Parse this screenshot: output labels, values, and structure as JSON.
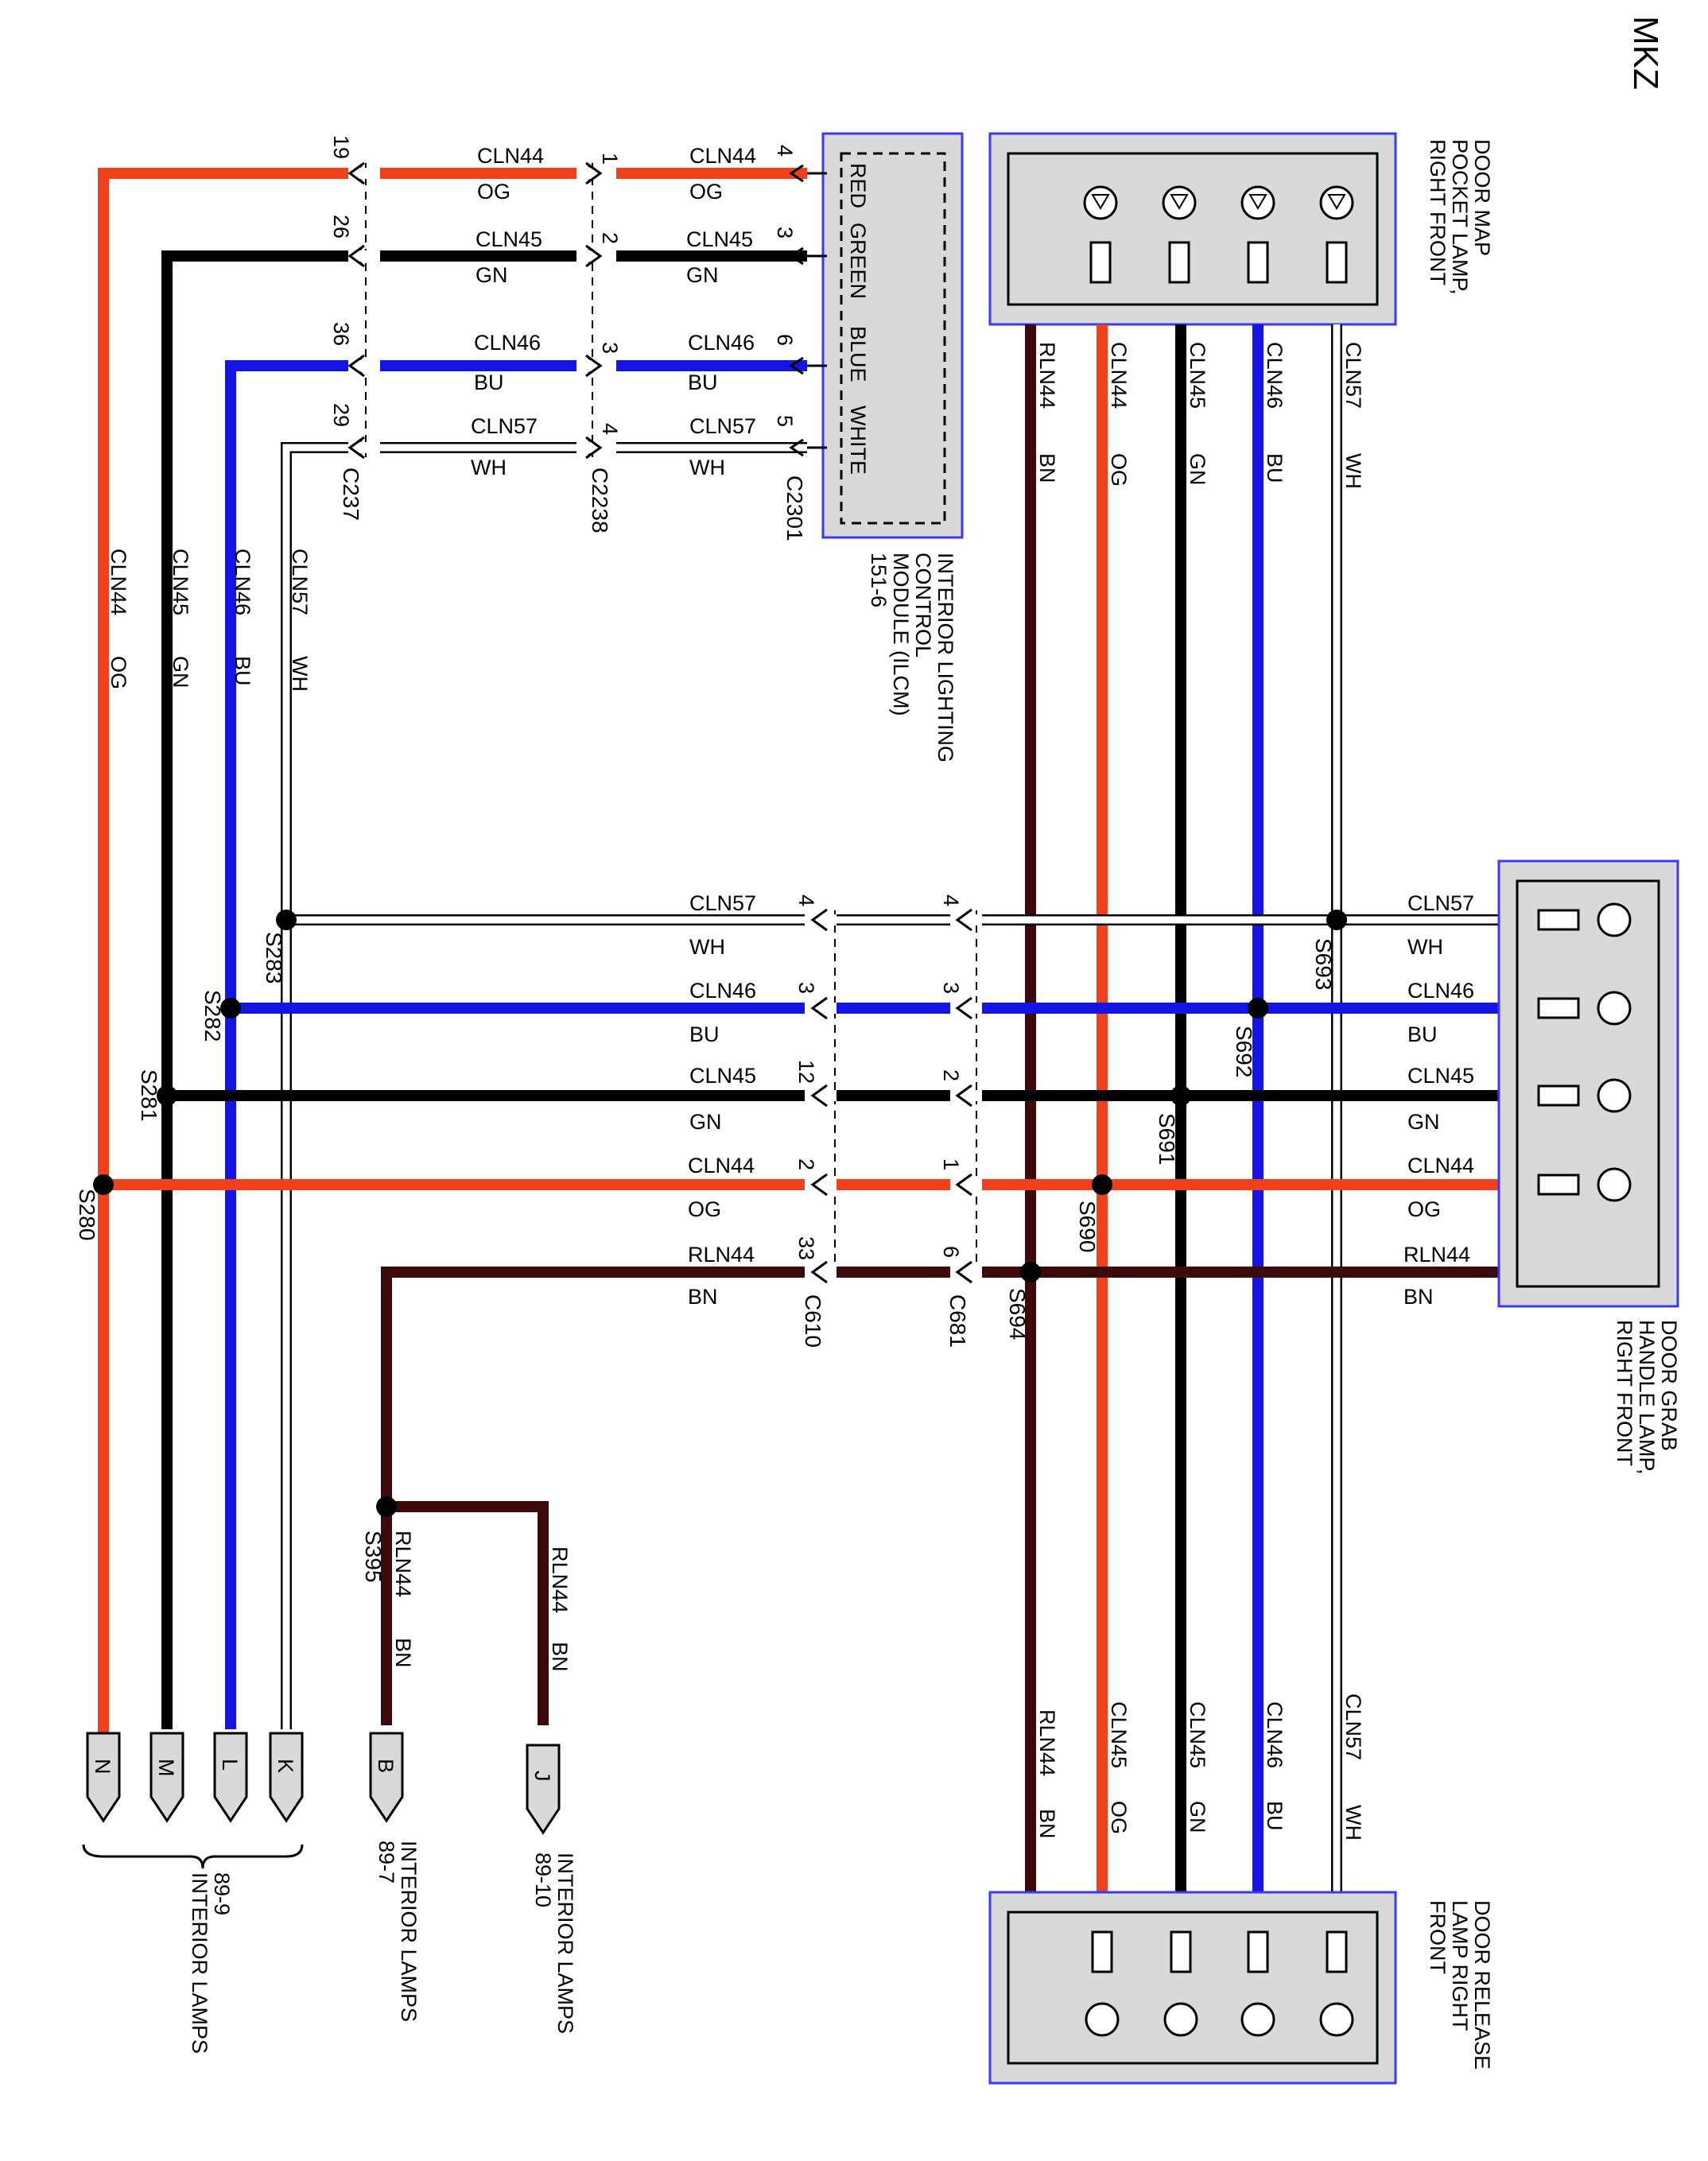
{
  "model": "MKZ",
  "components": {
    "door_map_lamp": [
      "DOOR MAP",
      "POCKET LAMP,",
      "RIGHT FRONT"
    ],
    "ilcm": [
      "INTERIOR LIGHTING",
      "CONTROL",
      "MODULE (ILCM)",
      "151-6"
    ],
    "ilcm_pins": [
      "RED",
      "GREEN",
      "BLUE",
      "WHITE"
    ],
    "door_grab_lamp": [
      "DOOR GRAB",
      "HANDLE LAMP,",
      "RIGHT FRONT"
    ],
    "door_release_lamp": [
      "DOOR RELEASE",
      "LAMP RIGHT",
      "FRONT"
    ],
    "interior_lamps_89_9": [
      "89-9",
      "INTERIOR LAMPS"
    ],
    "interior_lamps_89_7": [
      "INTERIOR LAMPS",
      "89-7"
    ],
    "interior_lamps_89_10": [
      "INTERIOR LAMPS",
      "89-10"
    ]
  },
  "colors": {
    "OG": "#f0401c",
    "GN": "#000000",
    "BU": "#1414e6",
    "WH": "#ffffff",
    "BN": "#3c0a0a"
  },
  "connectors": {
    "C237": "C237",
    "C2238": "C2238",
    "C2301": "C2301",
    "C610": "C610",
    "C681": "C681",
    "c237_pins": [
      "19",
      "26",
      "36",
      "29"
    ],
    "c2238_pins": [
      "1",
      "2",
      "3",
      "4"
    ],
    "c2301_pins": [
      "4",
      "3",
      "6",
      "5"
    ],
    "c610_pins": [
      "4",
      "3",
      "12",
      "2",
      "33"
    ],
    "c681_pins": [
      "4",
      "3",
      "2",
      "1",
      "6"
    ]
  },
  "splices": [
    "S280",
    "S281",
    "S282",
    "S283",
    "S395",
    "S690",
    "S691",
    "S692",
    "S693",
    "S694"
  ],
  "wires": {
    "cln44": "CLN44",
    "cln45": "CLN45",
    "cln46": "CLN46",
    "cln57": "CLN57",
    "rln44": "RLN44",
    "og": "OG",
    "gn": "GN",
    "bu": "BU",
    "wh": "WH",
    "bn": "BN"
  },
  "bottom_connectors": [
    "N",
    "M",
    "L",
    "K",
    "B",
    "J"
  ]
}
